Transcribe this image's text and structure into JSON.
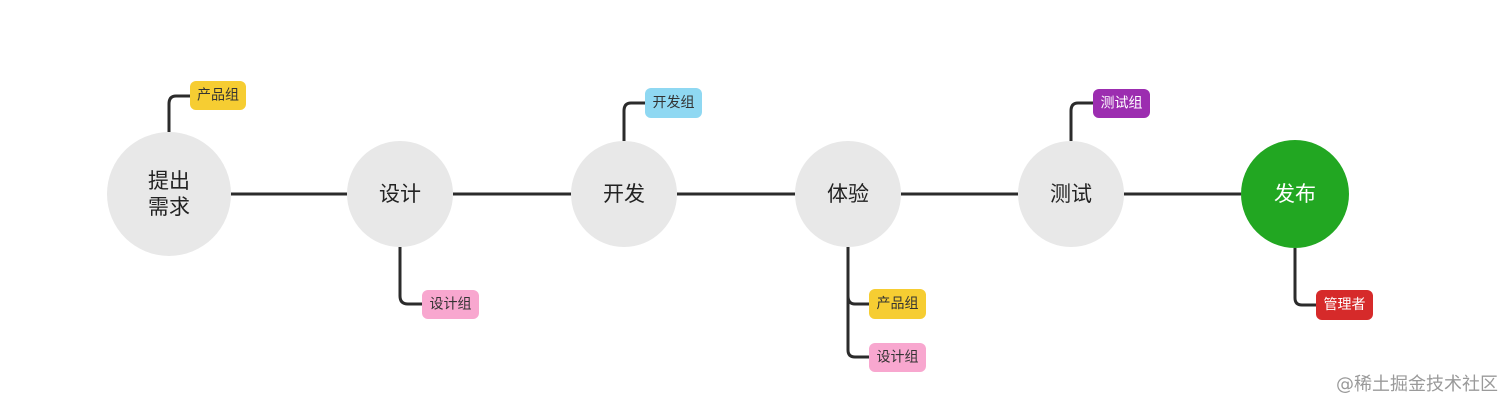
{
  "diagram": {
    "stages": [
      {
        "label": "提出\n需求",
        "fill": "#e8e8e8",
        "text_color": "#222222"
      },
      {
        "label": "设计",
        "fill": "#e8e8e8",
        "text_color": "#222222"
      },
      {
        "label": "开发",
        "fill": "#e8e8e8",
        "text_color": "#222222"
      },
      {
        "label": "体验",
        "fill": "#e8e8e8",
        "text_color": "#222222"
      },
      {
        "label": "测试",
        "fill": "#e8e8e8",
        "text_color": "#222222"
      },
      {
        "label": "发布",
        "fill": "#22a722",
        "text_color": "#ffffff"
      }
    ],
    "tags": [
      {
        "stage": 0,
        "label": "产品组",
        "fill": "#f6cd32",
        "text_color": "#333333"
      },
      {
        "stage": 1,
        "label": "设计组",
        "fill": "#f8a7cf",
        "text_color": "#333333"
      },
      {
        "stage": 2,
        "label": "开发组",
        "fill": "#8fd8f2",
        "text_color": "#333333"
      },
      {
        "stage": 3,
        "label": "产品组",
        "fill": "#f6cd32",
        "text_color": "#333333"
      },
      {
        "stage": 3,
        "label": "设计组",
        "fill": "#f8a7cf",
        "text_color": "#333333"
      },
      {
        "stage": 4,
        "label": "测试组",
        "fill": "#9c2db0",
        "text_color": "#ffffff"
      },
      {
        "stage": 5,
        "label": "管理者",
        "fill": "#d62a2a",
        "text_color": "#ffffff"
      }
    ],
    "connector_color": "#2b2b2b"
  },
  "watermark": "@稀土掘金技术社区"
}
